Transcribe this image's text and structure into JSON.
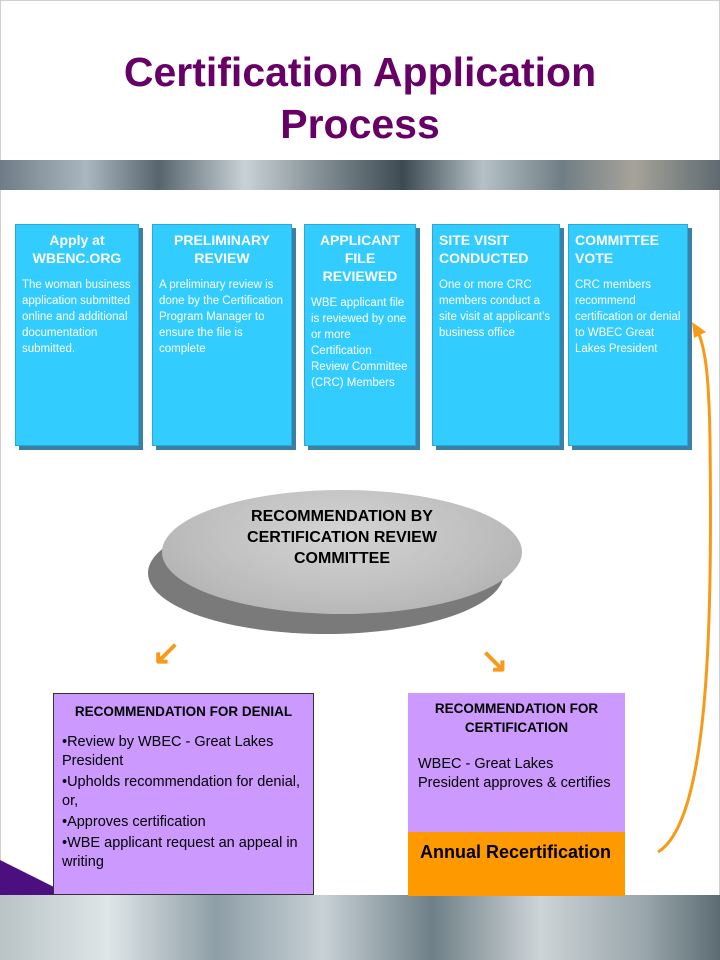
{
  "title_line1": "Certification Application",
  "title_line2": "Process",
  "steps": [
    {
      "heading": "Apply at WBENC.ORG",
      "body": "The woman business application submitted online and additional documentation submitted."
    },
    {
      "heading": "PRELIMINARY REVIEW",
      "body": "A preliminary review is done by the Certification Program Manager to ensure the file is complete"
    },
    {
      "heading": "APPLICANT FILE REVIEWED",
      "body": "WBE applicant file is reviewed by one or more Certification Review Committee (CRC) Members"
    },
    {
      "heading": "SITE VISIT CONDUCTED",
      "body": "One or more CRC members conduct a site visit at applicant’s business office"
    },
    {
      "heading": "COMMITTEE VOTE",
      "body": "CRC members recommend certification or denial to WBEC Great Lakes President"
    }
  ],
  "recommendation": "RECOMMENDATION BY CERTIFICATION REVIEW COMMITTEE",
  "denial": {
    "heading": "RECOMMENDATION FOR DENIAL",
    "items": [
      "•Review by WBEC - Great Lakes President",
      "•Upholds recommendation for denial, or,",
      "•Approves certification",
      "•WBE applicant request an appeal in writing"
    ]
  },
  "certification": {
    "heading": "RECOMMENDATION FOR CERTIFICATION",
    "body": "WBEC - Great Lakes President approves & certifies"
  },
  "annual": "Annual Recertification",
  "colors": {
    "title": "#660066",
    "step": "#33ccff",
    "purple_box": "#cc99ff",
    "orange": "#ff9900",
    "arrow": "#f79a1a"
  }
}
